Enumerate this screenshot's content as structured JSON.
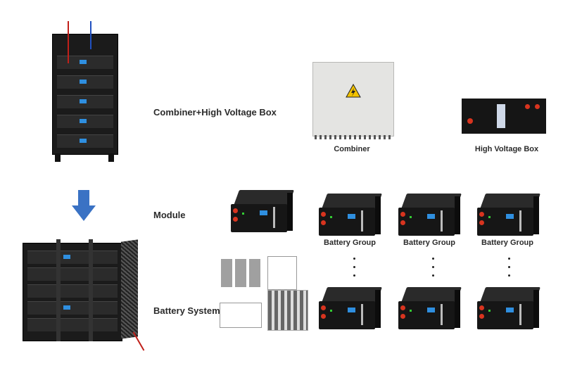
{
  "labels": {
    "combiner_hv": "Combiner+High Voltage Box",
    "module": "Module",
    "battery_system": "Battery System"
  },
  "captions": {
    "combiner": "Combiner",
    "high_voltage_box": "High Voltage Box",
    "battery_groups": [
      "Battery Group",
      "Battery Group",
      "Battery Group"
    ]
  },
  "colors": {
    "arrow": "#3a72c4",
    "module_body": "#161616",
    "terminal": "#d8341f",
    "screen": "#2f8fe0",
    "combiner_body": "#e4e4e2"
  },
  "icons": [
    "down-arrow-icon",
    "high-voltage-warning-icon"
  ]
}
